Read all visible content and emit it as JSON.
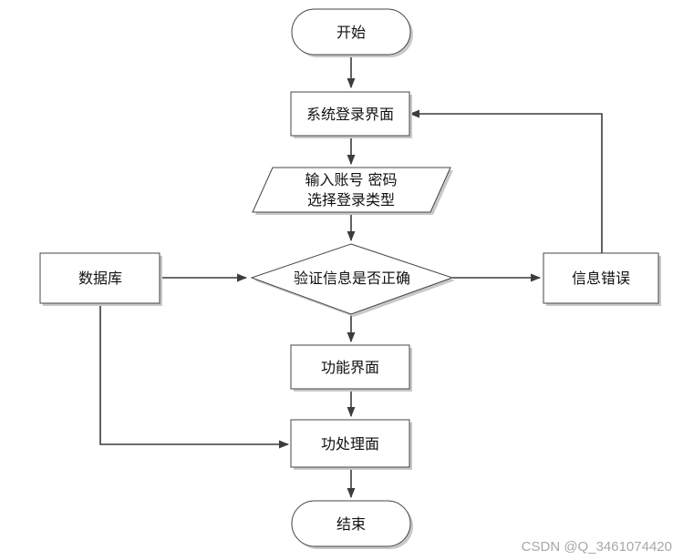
{
  "nodes": {
    "start": "开始",
    "login_ui": "系统登录界面",
    "input_line1": "输入账号 密码",
    "input_line2": "选择登录类型",
    "verify": "验证信息是否正确",
    "database": "数据库",
    "info_error": "信息错误",
    "function_ui": "功能界面",
    "process_ui": "功处理面",
    "end": "结束"
  },
  "watermark": "CSDN @Q_3461074420"
}
